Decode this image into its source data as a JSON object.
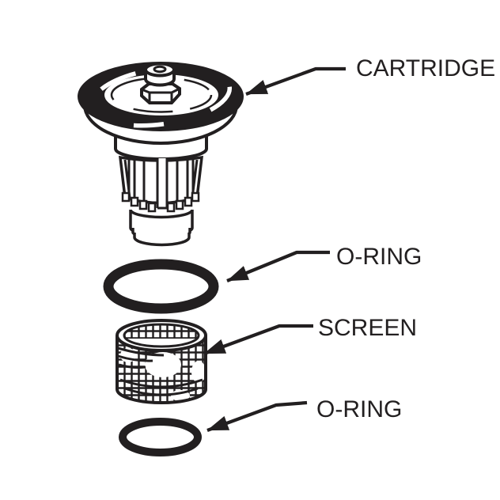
{
  "diagram": {
    "background_color": "#ffffff",
    "line_color": "#221f20",
    "parts": [
      {
        "id": "cartridge",
        "label": "CARTRIDGE"
      },
      {
        "id": "o-ring-upper",
        "label": "O-RING"
      },
      {
        "id": "screen",
        "label": "SCREEN"
      },
      {
        "id": "o-ring-lower",
        "label": "O-RING"
      }
    ]
  }
}
